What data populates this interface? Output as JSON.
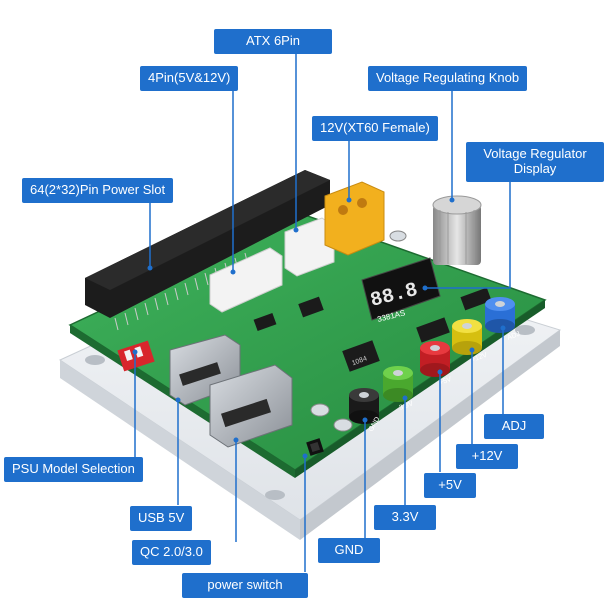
{
  "labels": {
    "atx_6pin": "ATX 6Pin",
    "four_pin": "4Pin(5V&12V)",
    "knob": "Voltage Regulating Knob",
    "xt60": "12V(XT60 Female)",
    "display": "Voltage Regulator Display",
    "slot": "64(2*32)Pin Power Slot",
    "adj": "ADJ",
    "v12": "+12V",
    "v5": "+5V",
    "v33": "3.3V",
    "gnd": "GND",
    "psu_model": "PSU Model Selection",
    "usb5v": "USB  5V",
    "qc": "QC 2.0/3.0",
    "power_switch": "power switch"
  },
  "board_text": {
    "display_digits": "88.8",
    "display_model": "3381AS",
    "chip": "1084",
    "silk_adj": "ADJ",
    "silk_12v": "+12V",
    "silk_5v": "+5V",
    "silk_33v": "3.3V",
    "silk_gnd": "GND"
  },
  "colors": {
    "callout": "#1f6fcc",
    "pcb": "#2f9a4a",
    "post_adj": "#2a6fd6",
    "post_12v": "#e8d21c",
    "post_5v": "#d8262c",
    "post_33v": "#5cc03a",
    "post_gnd": "#2a2a2a",
    "dip_switch": "#d8262c",
    "xt60": "#f2b01e"
  }
}
